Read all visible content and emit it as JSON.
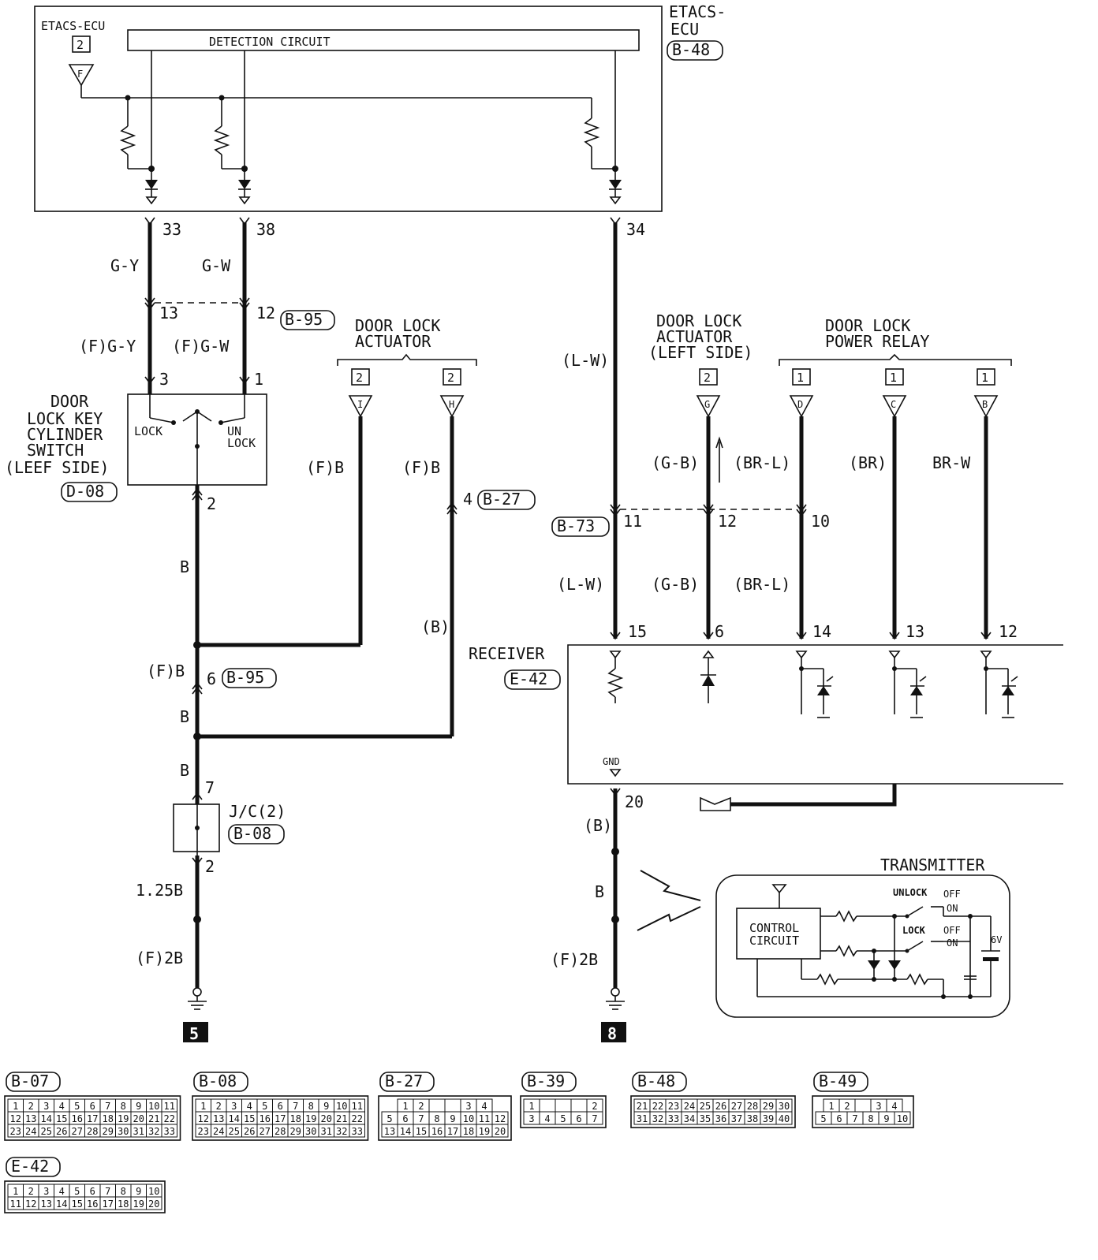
{
  "ecu": {
    "top_label": "ETACS-ECU",
    "box_num": "2",
    "terminal": "F",
    "detection": "DETECTION CIRCUIT",
    "side_line1": "ETACS-",
    "side_line2": "ECU",
    "connector": "B-48",
    "pins": [
      "33",
      "38",
      "34"
    ]
  },
  "wires": {
    "gy": "G-Y",
    "gw": "G-W",
    "fgy": "(F)G-Y",
    "fgw": "(F)G-W",
    "lw": "(L-W)",
    "gb": "(G-B)",
    "brl": "(BR-L)",
    "br": "(BR)",
    "brw": "BR-W",
    "fb": "(F)B",
    "b": "B",
    "pb": "(B)",
    "b125": "1.25B",
    "f2b": "(F)2B"
  },
  "pins": {
    "p13": "13",
    "p12": "12",
    "p3": "3",
    "p1": "1",
    "p2": "2",
    "p4": "4",
    "p6": "6",
    "p7": "7",
    "p11": "11",
    "p10": "10",
    "p15": "15",
    "p14": "14",
    "p20": "20"
  },
  "connectors": {
    "b95": "B-95",
    "b27": "B-27",
    "b73": "B-73",
    "d08": "D-08",
    "b08": "B-08",
    "e42": "E-42"
  },
  "switch": {
    "line1": "DOOR",
    "line2": "LOCK KEY",
    "line3": "CYLINDER",
    "line4": "SWITCH",
    "line5": "(LEEF SIDE)",
    "lock": "LOCK",
    "un": "UN",
    "lock2": "LOCK"
  },
  "actuator": {
    "line1": "DOOR LOCK",
    "line2": "ACTUATOR",
    "t1": "I",
    "t2": "H",
    "n1": "2",
    "n2": "2"
  },
  "actuator_left": {
    "line1": "DOOR LOCK",
    "line2": "ACTUATOR",
    "line3": "(LEFT SIDE)",
    "n": "2",
    "t": "G"
  },
  "relay": {
    "line1": "DOOR LOCK",
    "line2": "POWER RELAY",
    "n": [
      "1",
      "1",
      "1"
    ],
    "t": [
      "D",
      "C",
      "B"
    ]
  },
  "receiver": {
    "label": "RECEIVER",
    "gnd": "GND"
  },
  "jc": "J/C(2)",
  "grounds": [
    "5",
    "8"
  ],
  "transmitter": {
    "title": "TRANSMITTER",
    "ctrl1": "CONTROL",
    "ctrl2": "CIRCUIT",
    "unlock": "UNLOCK",
    "lock": "LOCK",
    "off": "OFF",
    "on": "ON",
    "volt": "6V"
  },
  "pinouts": [
    {
      "id": "B-07",
      "rows": [
        [
          "1",
          "2",
          "3",
          "4",
          "5",
          "6",
          "7",
          "8",
          "9",
          "10",
          "11"
        ],
        [
          "12",
          "13",
          "14",
          "15",
          "16",
          "17",
          "18",
          "19",
          "20",
          "21",
          "22"
        ],
        [
          "23",
          "24",
          "25",
          "26",
          "27",
          "28",
          "29",
          "30",
          "31",
          "32",
          "33"
        ]
      ]
    },
    {
      "id": "B-08",
      "rows": [
        [
          "1",
          "2",
          "3",
          "4",
          "5",
          "6",
          "7",
          "8",
          "9",
          "10",
          "11"
        ],
        [
          "12",
          "13",
          "14",
          "15",
          "16",
          "17",
          "18",
          "19",
          "20",
          "21",
          "22"
        ],
        [
          "23",
          "24",
          "25",
          "26",
          "27",
          "28",
          "29",
          "30",
          "31",
          "32",
          "33"
        ]
      ]
    },
    {
      "id": "B-27",
      "rows": [
        [
          "1",
          "2",
          "",
          "",
          "3",
          "4"
        ],
        [
          "5",
          "6",
          "7",
          "8",
          "9",
          "10",
          "11",
          "12"
        ],
        [
          "13",
          "14",
          "15",
          "16",
          "17",
          "18",
          "19",
          "20"
        ]
      ]
    },
    {
      "id": "B-39",
      "rows": [
        [
          "1",
          "",
          "",
          "",
          "2"
        ],
        [
          "3",
          "4",
          "5",
          "6",
          "7"
        ]
      ]
    },
    {
      "id": "B-48",
      "rows": [
        [
          "21",
          "22",
          "23",
          "24",
          "25",
          "26",
          "27",
          "28",
          "29",
          "30"
        ],
        [
          "31",
          "32",
          "33",
          "34",
          "35",
          "36",
          "37",
          "38",
          "39",
          "40"
        ]
      ]
    },
    {
      "id": "B-49",
      "rows": [
        [
          "1",
          "2",
          "",
          "3",
          "4"
        ],
        [
          "5",
          "6",
          "7",
          "8",
          "9",
          "10"
        ]
      ]
    },
    {
      "id": "E-42",
      "rows": [
        [
          "1",
          "2",
          "3",
          "4",
          "5",
          "6",
          "7",
          "8",
          "9",
          "10"
        ],
        [
          "11",
          "12",
          "13",
          "14",
          "15",
          "16",
          "17",
          "18",
          "19",
          "20"
        ]
      ]
    }
  ]
}
